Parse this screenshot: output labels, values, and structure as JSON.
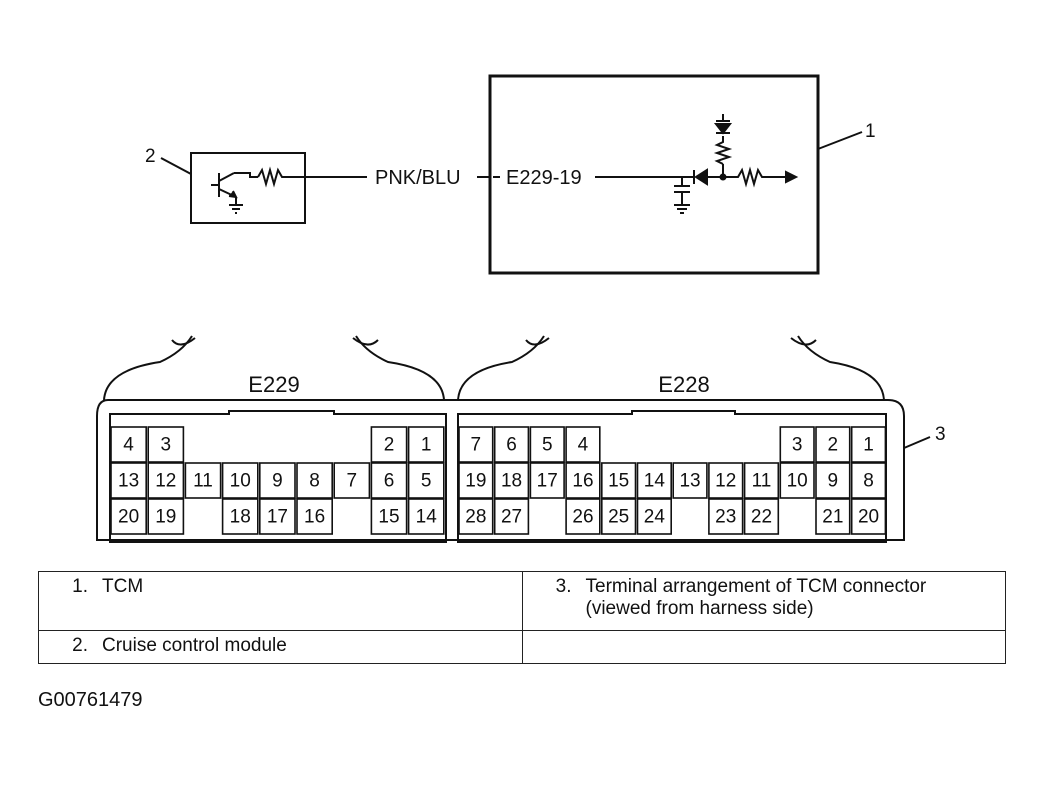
{
  "callouts": {
    "c1": "1",
    "c2": "2",
    "c3": "3"
  },
  "wire": {
    "color_label": "PNK/BLU",
    "pin_label": "E229-19"
  },
  "connectors": [
    {
      "name": "E229",
      "rows": [
        [
          "4",
          "3",
          "",
          "",
          "",
          "",
          "",
          "2",
          "1"
        ],
        [
          "13",
          "12",
          "11",
          "10",
          "9",
          "8",
          "7",
          "6",
          "5"
        ],
        [
          "20",
          "19",
          "",
          "18",
          "17",
          "16",
          "",
          "15",
          "14"
        ]
      ]
    },
    {
      "name": "E228",
      "rows": [
        [
          "7",
          "6",
          "5",
          "4",
          "",
          "",
          "",
          "",
          "",
          "3",
          "2",
          "1"
        ],
        [
          "19",
          "18",
          "17",
          "16",
          "15",
          "14",
          "13",
          "12",
          "11",
          "10",
          "9",
          "8"
        ],
        [
          "28",
          "27",
          "",
          "26",
          "25",
          "24",
          "",
          "23",
          "22",
          "",
          "21",
          "20"
        ]
      ]
    }
  ],
  "legend": {
    "item1": {
      "num": "1.",
      "text": "TCM"
    },
    "item2": {
      "num": "2.",
      "text": "Cruise control module"
    },
    "item3": {
      "num": "3.",
      "text_line1": "Terminal arrangement of TCM connector",
      "text_line2": "(viewed from harness side)"
    }
  },
  "figure_id": "G00761479"
}
